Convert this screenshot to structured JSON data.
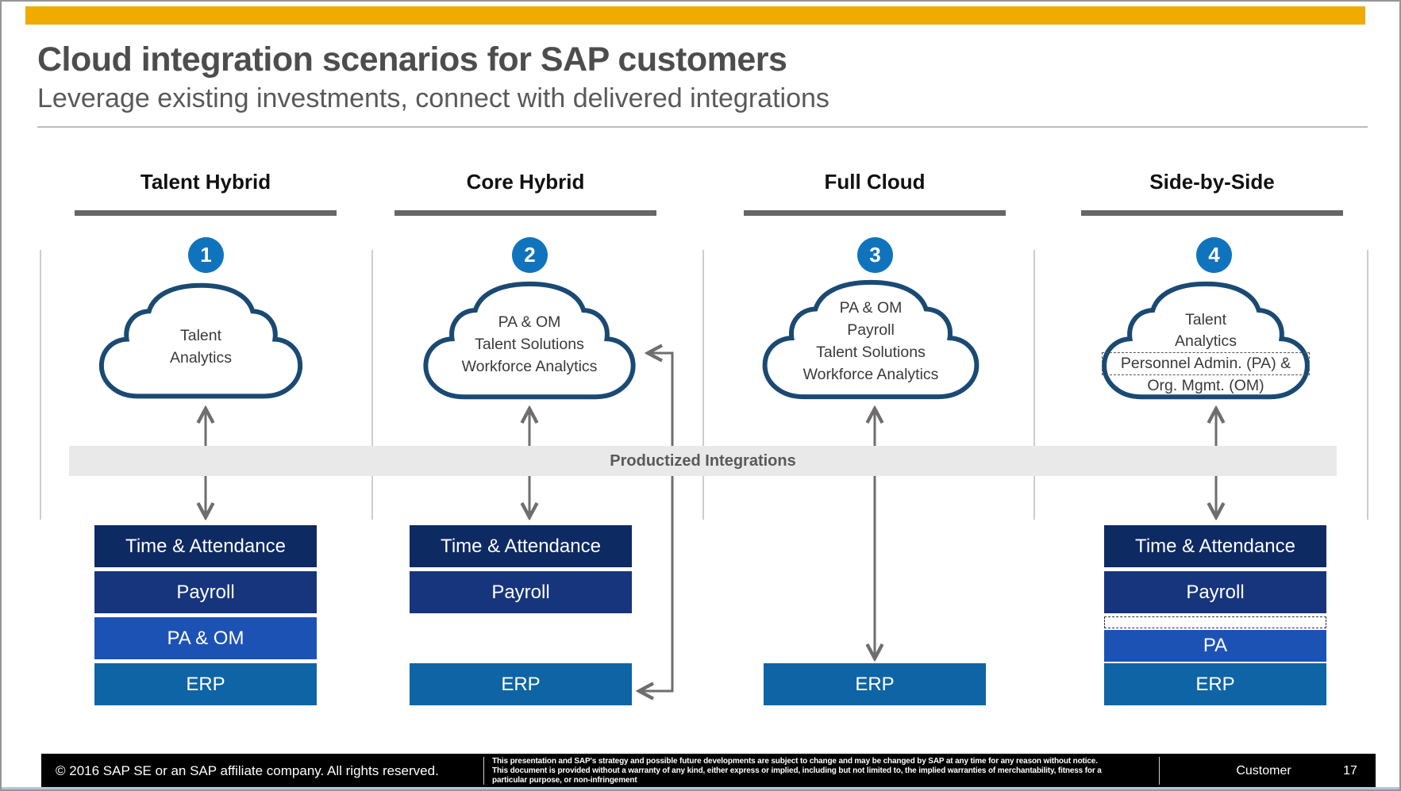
{
  "page": {
    "title": "Cloud integration scenarios for SAP customers",
    "subtitle": "Leverage existing investments, connect with delivered integrations"
  },
  "band": {
    "label": "Productized Integrations"
  },
  "columns": [
    {
      "header": "Talent Hybrid",
      "badge": "1",
      "cloud": {
        "lines": [
          "Talent",
          "Analytics"
        ]
      },
      "boxes": [
        {
          "label": "Time & Attendance"
        },
        {
          "label": "Payroll"
        },
        {
          "label": "PA & OM"
        },
        {
          "label": "ERP"
        }
      ]
    },
    {
      "header": "Core Hybrid",
      "badge": "2",
      "cloud": {
        "lines": [
          "PA & OM",
          "Talent Solutions",
          "Workforce Analytics"
        ]
      },
      "boxes": [
        {
          "label": "Time & Attendance"
        },
        {
          "label": "Payroll"
        },
        {
          "label": "ERP"
        }
      ]
    },
    {
      "header": "Full Cloud",
      "badge": "3",
      "cloud": {
        "lines": [
          "PA & OM",
          "Payroll",
          "Talent Solutions",
          "Workforce Analytics"
        ]
      },
      "boxes": [
        {
          "label": "ERP"
        }
      ]
    },
    {
      "header": "Side-by-Side",
      "badge": "4",
      "cloud": {
        "lines": [
          "Talent",
          "Analytics"
        ],
        "boxed_line": "Personnel Admin. (PA) &",
        "trailing_line": "Org. Mgmt. (OM)"
      },
      "boxes": [
        {
          "label": "Time & Attendance"
        },
        {
          "label": "Payroll"
        },
        {
          "label": "PA"
        },
        {
          "label": "ERP"
        }
      ]
    }
  ],
  "footer": {
    "copyright": "© 2016 SAP SE or an SAP affiliate company. All rights reserved.",
    "disclaimer_lines": [
      "This presentation and SAP's strategy and possible future developments are subject to change and may be changed by SAP at any time for any reason without notice.",
      "This document is provided without a warranty of any kind, either express or implied, including but not limited to, the implied warranties of merchantability, fitness for a",
      "particular purpose, or non-infringement"
    ],
    "classification": "Customer",
    "page_number": "17"
  },
  "colors": {
    "gold": "#F0AB00",
    "badge-blue": "#0F74BD",
    "cloud-stroke": "#1A4A73",
    "box-dark-navy": "#0E2A63",
    "box-navy": "#16357D",
    "box-bright-blue": "#1D52B5",
    "box-steel-blue": "#0E64A5",
    "band-bg": "#E9E9E9",
    "band-text": "#595959",
    "title-gray": "#4D4D4D",
    "subtitle-gray": "#595959",
    "arrow-gray": "#6E6E6E",
    "header-underline": "#666666",
    "footer-bg": "#000000"
  }
}
